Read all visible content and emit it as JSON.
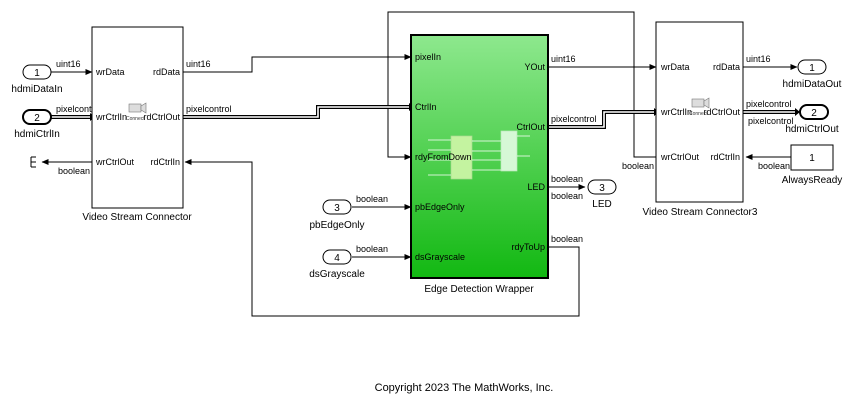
{
  "blocks": {
    "vsc1": {
      "label": "Video Stream Connector",
      "in_ports": [
        "wrData",
        "wrCtrlIn",
        "wrCtrlOut"
      ],
      "out_ports": [
        "rdData",
        "rdCtrlOut",
        "rdCtrlIn"
      ],
      "icon_text": "Connect"
    },
    "vsc3": {
      "label": "Video Stream Connector3",
      "in_ports": [
        "wrData",
        "wrCtrlIn",
        "wrCtrlOut"
      ],
      "out_ports": [
        "rdData",
        "rdCtrlOut",
        "rdCtrlIn"
      ],
      "icon_text": "Connect"
    },
    "edw": {
      "label": "Edge Detection Wrapper",
      "in_ports": [
        "pixelIn",
        "CtrlIn",
        "rdyFromDown",
        "pbEdgeOnly",
        "dsGrayscale"
      ],
      "out_ports": [
        "YOut",
        "CtrlOut",
        "LED",
        "rdyToUp"
      ],
      "color": "#2ebd2e"
    },
    "always_ready": {
      "label": "AlwaysReady",
      "value": "1"
    }
  },
  "inports": [
    {
      "number": "1",
      "label": "hdmiDataIn"
    },
    {
      "number": "2",
      "label": "hdmiCtrlIn"
    },
    {
      "number": "3",
      "label": "pbEdgeOnly"
    },
    {
      "number": "4",
      "label": "dsGrayscale"
    }
  ],
  "outports": [
    {
      "number": "1",
      "label": "hdmiDataOut"
    },
    {
      "number": "2",
      "label": "hdmiCtrlOut"
    },
    {
      "number": "3",
      "label": "LED"
    }
  ],
  "signals": {
    "uint16": "uint16",
    "pixelcontrol": "pixelcontrol",
    "boolean": "boolean"
  },
  "copyright": "Copyright 2023 The MathWorks, Inc."
}
